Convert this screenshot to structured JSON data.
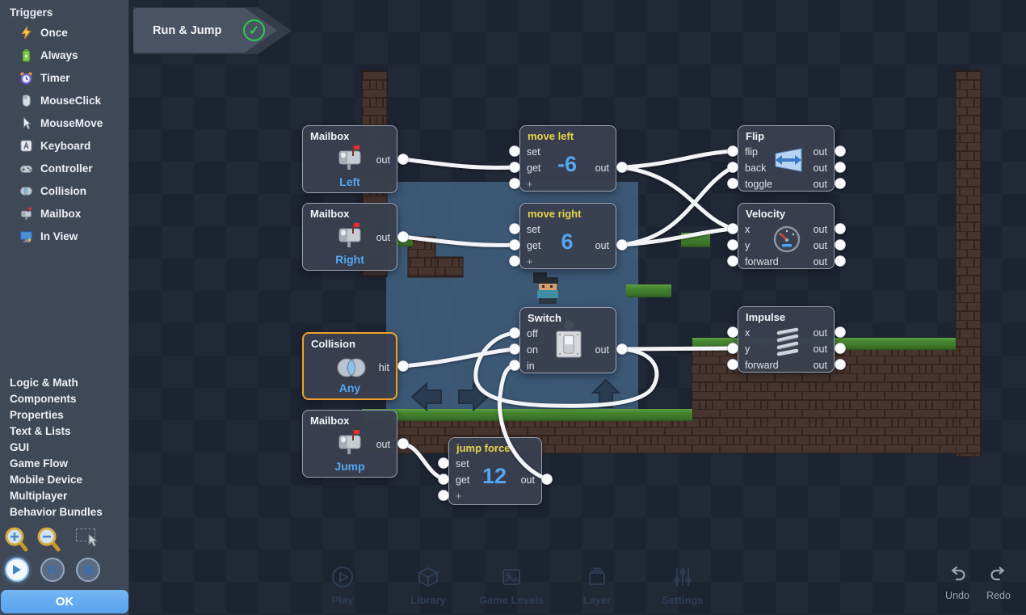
{
  "sidebar": {
    "header": "Triggers",
    "triggers": [
      {
        "label": "Once",
        "icon": "bolt-icon"
      },
      {
        "label": "Always",
        "icon": "battery-icon"
      },
      {
        "label": "Timer",
        "icon": "alarm-clock-icon"
      },
      {
        "label": "MouseClick",
        "icon": "mouse-icon"
      },
      {
        "label": "MouseMove",
        "icon": "cursor-icon"
      },
      {
        "label": "Keyboard",
        "icon": "key-a-icon"
      },
      {
        "label": "Controller",
        "icon": "gamepad-icon"
      },
      {
        "label": "Collision",
        "icon": "venn-icon"
      },
      {
        "label": "Mailbox",
        "icon": "mailbox-icon"
      },
      {
        "label": "In View",
        "icon": "monitor-icon"
      }
    ],
    "categories": [
      "Logic & Math",
      "Components",
      "Properties",
      "Text & Lists",
      "GUI",
      "Game Flow",
      "Mobile Device",
      "Multiplayer",
      "Behavior Bundles"
    ],
    "ok_label": "OK"
  },
  "tab": {
    "label": "Run & Jump",
    "check": "✓"
  },
  "canvas": {
    "nodes": {
      "mailbox_left": {
        "title": "Mailbox",
        "sublabel": "Left",
        "out_label": "out",
        "icon": "mailbox-icon"
      },
      "mailbox_right": {
        "title": "Mailbox",
        "sublabel": "Right",
        "out_label": "out",
        "icon": "mailbox-icon"
      },
      "mailbox_jump": {
        "title": "Mailbox",
        "sublabel": "Jump",
        "out_label": "out",
        "icon": "mailbox-icon"
      },
      "collision": {
        "title": "Collision",
        "sublabel": "Any",
        "out_label": "hit",
        "icon": "venn-icon",
        "selected": true
      },
      "move_left": {
        "title": "move left",
        "value": "-6",
        "ports": [
          "set",
          "get",
          "+"
        ],
        "out_label": "out"
      },
      "move_right": {
        "title": "move right",
        "value": "6",
        "ports": [
          "set",
          "get",
          "+"
        ],
        "out_label": "out"
      },
      "jump_force": {
        "title": "jump force",
        "value": "12",
        "ports": [
          "set",
          "get",
          "+"
        ],
        "out_label": "out"
      },
      "switch": {
        "title": "Switch",
        "ports": [
          "off",
          "on",
          "in"
        ],
        "out_label": "out",
        "icon": "light-switch-icon"
      },
      "flip": {
        "title": "Flip",
        "ports": [
          "flip",
          "back",
          "toggle"
        ],
        "out_labels": [
          "out",
          "out",
          "out"
        ],
        "icon": "flip-arrows-icon"
      },
      "velocity": {
        "title": "Velocity",
        "ports": [
          "x",
          "y",
          "forward"
        ],
        "out_labels": [
          "out",
          "out",
          "out"
        ],
        "icon": "gauge-icon"
      },
      "impulse": {
        "title": "Impulse",
        "ports": [
          "x",
          "y",
          "forward"
        ],
        "out_labels": [
          "out",
          "out",
          "out"
        ],
        "icon": "spring-icon"
      }
    },
    "connections": [
      "mailbox_left.out -> move_left.get",
      "mailbox_right.out -> move_right.get",
      "mailbox_jump.out -> jump_force.get",
      "move_left.out -> flip.flip",
      "move_left.out -> velocity.x",
      "move_right.out -> flip.back",
      "move_right.out -> velocity.x",
      "collision.hit -> switch.on",
      "jump_force.out -> switch.in",
      "switch.out -> impulse.y",
      "switch.out -> switch.off"
    ]
  },
  "bottombar": {
    "items": [
      {
        "label": "Play",
        "icon": "play-circle-icon"
      },
      {
        "label": "Library",
        "icon": "cube-icon"
      },
      {
        "label": "Game Levels",
        "icon": "image-icon"
      },
      {
        "label": "Layer",
        "icon": "layers-icon"
      },
      {
        "label": "Settings",
        "icon": "sliders-icon"
      }
    ],
    "undo": "Undo",
    "redo": "Redo"
  },
  "colors": {
    "accent_blue": "#55a6f1",
    "title_yellow": "#e9d44c",
    "selection_orange": "#efa02e",
    "check_green": "#27cf4d",
    "wire_white": "#f2f4f8"
  }
}
